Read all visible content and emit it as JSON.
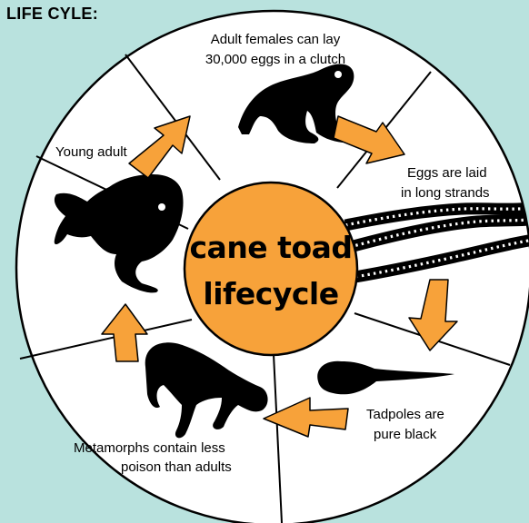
{
  "heading": "LIFE CYLE:",
  "center": {
    "line1": "cane toad",
    "line2": "lifecycle"
  },
  "stages": {
    "adult_female": {
      "line1": "Adult females can lay",
      "line2": "30,000 eggs in a clutch"
    },
    "eggs": {
      "line1": "Eggs are laid",
      "line2": "in long strands"
    },
    "tadpoles": {
      "line1": "Tadpoles are",
      "line2": "pure black"
    },
    "metamorphs": {
      "line1": "Metamorphs contain less",
      "line2": "poison than adults"
    },
    "young_adult": {
      "line1": "Young adult"
    }
  },
  "colors": {
    "background": "#b9e2de",
    "wheel": "#ffffff",
    "center": "#f7a23a",
    "arrow": "#f7a23a",
    "silhouette": "#000000"
  },
  "icons": [
    "adult-toad-icon",
    "egg-strands-icon",
    "tadpole-icon",
    "metamorph-icon",
    "young-adult-toad-icon",
    "cycle-arrow-icon"
  ]
}
